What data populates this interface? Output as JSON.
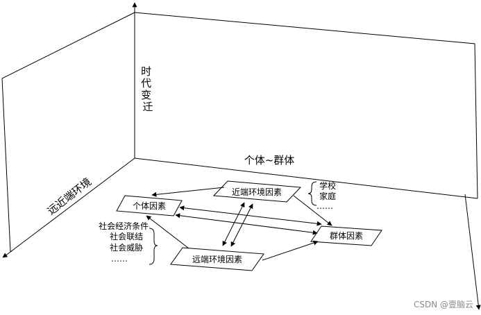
{
  "axes": {
    "time": "时代变迁",
    "distal": "远近端环境",
    "individual_group": "个体~群体"
  },
  "nodes": {
    "proximal": "近端环境因素",
    "individual": "个体因素",
    "group": "群体因素",
    "distal": "远端环境因素"
  },
  "notes": {
    "proximal": [
      "学校",
      "家庭",
      "……"
    ],
    "distal": [
      "社会经济条件",
      "社会联结",
      "社会威胁",
      "……"
    ]
  },
  "watermark": "CSDN @壹脑云",
  "colors": {
    "line": "#000000",
    "fill": "#ffffff",
    "watermark": "#8a8a8a"
  }
}
